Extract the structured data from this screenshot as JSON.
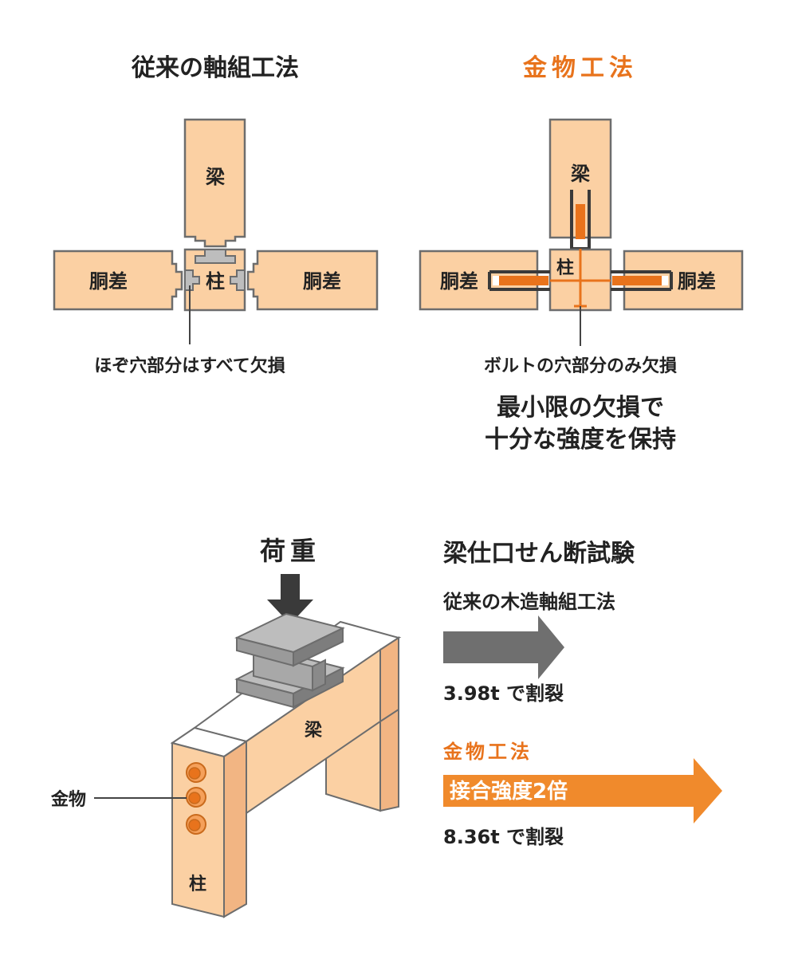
{
  "top": {
    "left": {
      "title": "従来の軸組工法",
      "beam": "梁",
      "post": "柱",
      "side_left": "胴差",
      "side_right": "胴差",
      "caption": "ほぞ穴部分はすべて欠損"
    },
    "right": {
      "title": "金物工法",
      "beam": "梁",
      "post": "柱",
      "side_left": "胴差",
      "side_right": "胴差",
      "caption": "ボルトの穴部分のみ欠損",
      "summary_line1": "最小限の欠損で",
      "summary_line2": "十分な強度を保持"
    }
  },
  "bottom": {
    "load_label": "荷重",
    "beam_label": "梁",
    "post_label": "柱",
    "hardware_label": "金物",
    "test_title": "梁仕口せん断試験",
    "conventional": {
      "label": "従来の木造軸組工法",
      "result": "3.98t で割裂"
    },
    "metal": {
      "label": "金物工法",
      "arrow_text": "接合強度2倍",
      "result": "8.36t で割裂"
    }
  },
  "colors": {
    "wood": "#fbd0a3",
    "wood_outline": "#6d6d6d",
    "accent_orange": "#e8731c",
    "arrow_orange": "#f08a2c",
    "steel_gray": "#8a8a8a",
    "arrow_gray": "#6f6f6f",
    "text_dark": "#222222"
  }
}
